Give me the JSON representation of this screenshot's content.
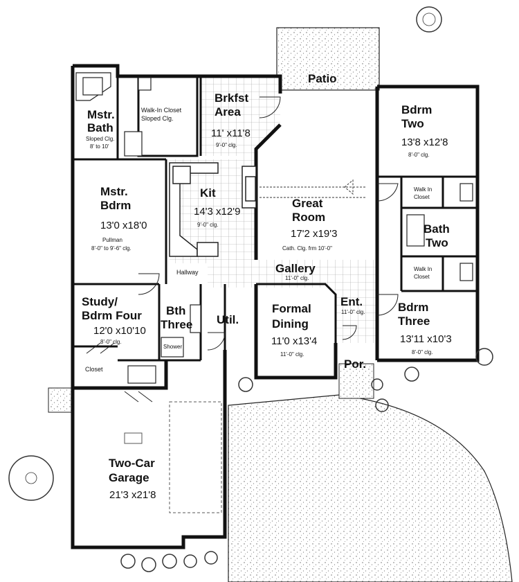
{
  "rooms": {
    "patio": {
      "name": "Patio"
    },
    "brkfst": {
      "name_line1": "Brkfst",
      "name_line2": "Area",
      "dims": "11' x11'8",
      "ceiling": "9'-0\" clg."
    },
    "bdrm_two": {
      "name_line1": "Bdrm",
      "name_line2": "Two",
      "dims": "13'8 x12'8",
      "ceiling": "8'-0\" clg."
    },
    "mstr_bath": {
      "name_line1": "Mstr.",
      "name_line2": "Bath",
      "ceiling_line1": "Sloped Clg.",
      "ceiling_line2": "8' to 10'"
    },
    "walkin_master": {
      "line1": "Walk-In Closet",
      "line2": "Sloped Clg."
    },
    "mstr_bdrm": {
      "name_line1": "Mstr.",
      "name_line2": "Bdrm",
      "dims": "13'0 x18'0",
      "ceiling_line1": "Pullman",
      "ceiling_line2": "8'-0\" to 9'-6\" clg."
    },
    "kit": {
      "name": "Kit",
      "dims": "14'3 x12'9",
      "ceiling": "9'-0\" clg."
    },
    "great_room": {
      "name_line1": "Great",
      "name_line2": "Room",
      "dims": "17'2 x19'3",
      "ceiling": "Cath. Clg. frm 10'-0\""
    },
    "walkin_two": {
      "line1": "Walk In",
      "line2": "Closet"
    },
    "bath_two": {
      "name_line1": "Bath",
      "name_line2": "Two"
    },
    "walkin_three": {
      "line1": "Walk In",
      "line2": "Closet"
    },
    "hallway": {
      "name": "Hallway"
    },
    "gallery": {
      "name": "Gallery",
      "ceiling": "11'-0\" clg."
    },
    "study": {
      "name_line1": "Study/",
      "name_line2": "Bdrm Four",
      "dims": "12'0 x10'10",
      "ceiling": "8'-0\" clg."
    },
    "bath_three": {
      "name_line1": "Bth",
      "name_line2": "Three"
    },
    "util": {
      "name": "Util."
    },
    "formal_dining": {
      "name_line1": "Formal",
      "name_line2": "Dining",
      "dims": "11'0 x13'4",
      "ceiling": "11'-0\" clg."
    },
    "entry": {
      "name": "Ent.",
      "ceiling": "11'-0\" clg."
    },
    "bdrm_three": {
      "name_line1": "Bdrm",
      "name_line2": "Three",
      "dims": "13'11 x10'3",
      "ceiling": "8'-0\" clg."
    },
    "shower": {
      "name": "Shower"
    },
    "closet": {
      "name": "Closet"
    },
    "porch": {
      "name": "Por."
    },
    "garage": {
      "name_line1": "Two-Car",
      "name_line2": "Garage",
      "dims": "21'3 x21'8"
    }
  }
}
